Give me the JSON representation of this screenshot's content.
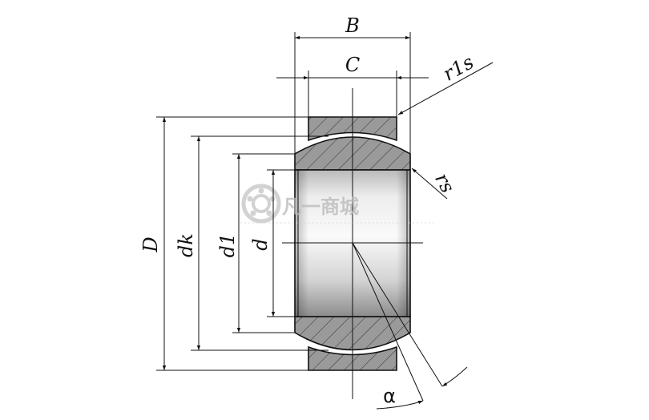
{
  "drawing": {
    "labels": {
      "width_outer": "B",
      "width_inner": "C",
      "outer_chamfer": "r1s",
      "inner_chamfer": "rs",
      "outer_diameter": "D",
      "sphere_diameter": "dk",
      "shoulder_diameter": "d1",
      "bore_diameter": "d",
      "tilt_angle": "α"
    },
    "watermark": {
      "text": "凡一商城"
    },
    "colors": {
      "line": "#111111",
      "section_fill": "#9a9a9a",
      "bore_light": "#f4f4f4",
      "bore_dark": "#8c8c8c"
    }
  }
}
